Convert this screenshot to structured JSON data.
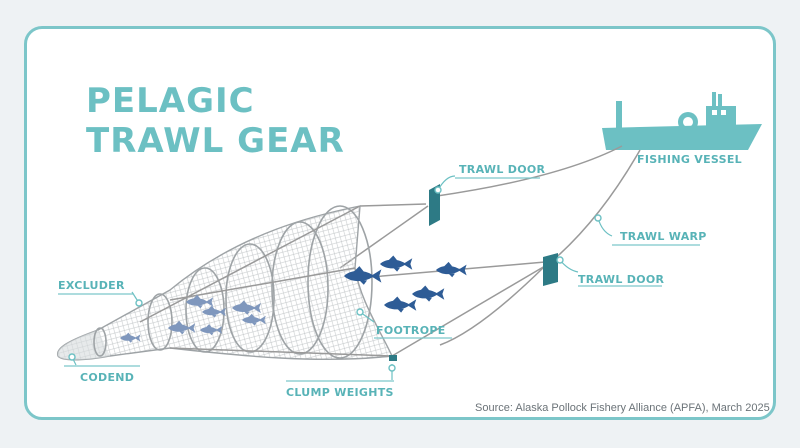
{
  "title": {
    "line1": "PELAGIC",
    "line2": "TRAWL GEAR"
  },
  "labels": {
    "fishing_vessel": "FISHING VESSEL",
    "trawl_door_top": "TRAWL DOOR",
    "trawl_warp": "TRAWL WARP",
    "trawl_door_bottom": "TRAWL DOOR",
    "excluder": "EXCLUDER",
    "codend": "CODEND",
    "footrope": "FOOTROPE",
    "clump_weights": "CLUMP WEIGHTS"
  },
  "source": "Source: Alaska Pollock Fishery Alliance (APFA), March 2025",
  "colors": {
    "accent": "#6cc0c3",
    "fish_dark": "#2e5c96",
    "fish_light": "#7f97bd",
    "net": "#9ea3a6",
    "door": "#2d7a85"
  },
  "icons": [
    "fishing-vessel-icon",
    "trawl-door-icon",
    "fish-icon",
    "clump-weight-icon"
  ]
}
